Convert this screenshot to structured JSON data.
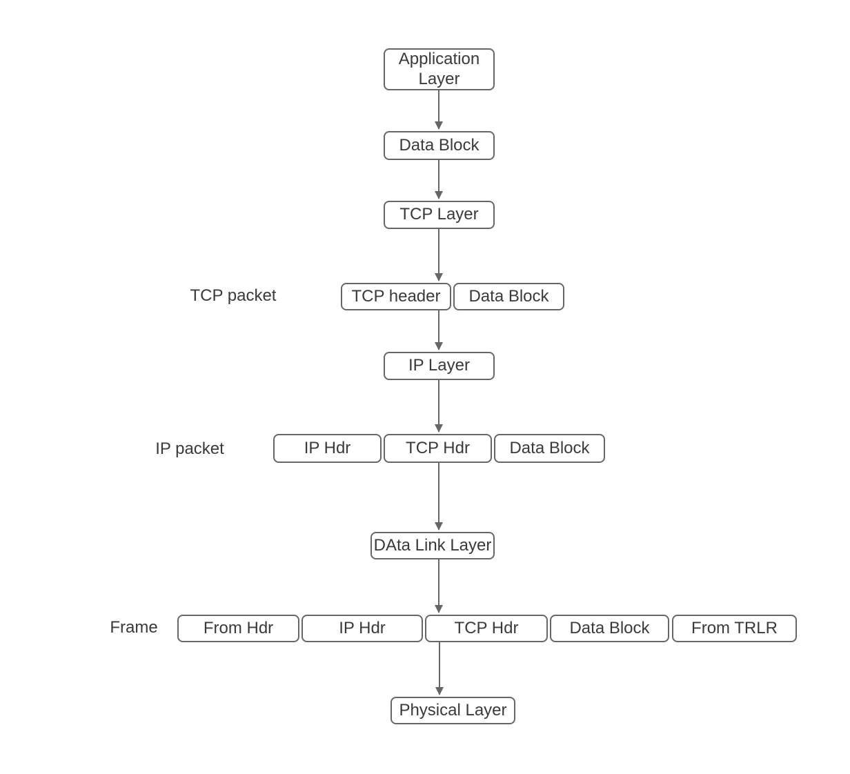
{
  "diagram": {
    "boxes": {
      "application_layer": "Application Layer",
      "data_block_1": "Data Block",
      "tcp_layer": "TCP Layer",
      "tcp_header": "TCP header",
      "data_block_2": "Data Block",
      "ip_layer": "IP Layer",
      "ip_hdr": "IP Hdr",
      "tcp_hdr": "TCP Hdr",
      "data_block_3": "Data Block",
      "data_link_layer": "DAta Link Layer",
      "frame_from_hdr": "From Hdr",
      "frame_ip_hdr": "IP Hdr",
      "frame_tcp_hdr": "TCP Hdr",
      "frame_data_block": "Data Block",
      "frame_from_trlr": "From TRLR",
      "physical_layer": "Physical Layer"
    },
    "row_labels": {
      "tcp_packet": "TCP packet",
      "ip_packet": "IP packet",
      "frame": "Frame"
    },
    "colors": {
      "box_border": "#666666",
      "box_fill": "#ffffff",
      "text": "#3a3a3a",
      "arrow": "#666666",
      "background": "#ffffff"
    }
  }
}
